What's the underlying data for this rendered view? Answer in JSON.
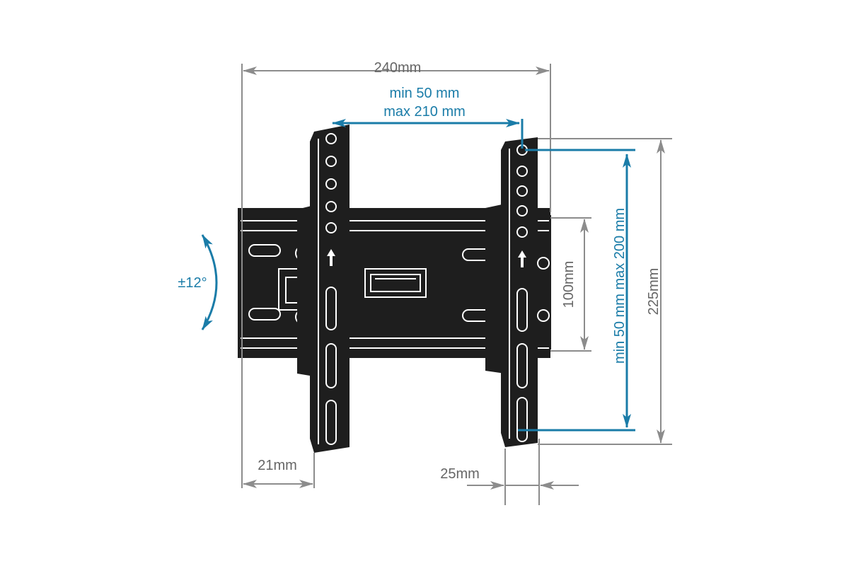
{
  "diagram": {
    "dimensions": {
      "overall_width": "240mm",
      "vesa_horizontal_min": "min 50 mm",
      "vesa_horizontal_max": "max 210 mm",
      "vesa_vertical": "min 50 mm max 200 mm",
      "overall_height": "225mm",
      "plate_height": "100mm",
      "tilt": "±12°",
      "bracket_offset": "21mm",
      "depth": "25mm"
    },
    "colors": {
      "accent_blue": "#1a7ca8",
      "dimension_gray": "#8c8c8c",
      "hardware_black": "#1e1e1e",
      "text_gray": "#666666"
    }
  }
}
